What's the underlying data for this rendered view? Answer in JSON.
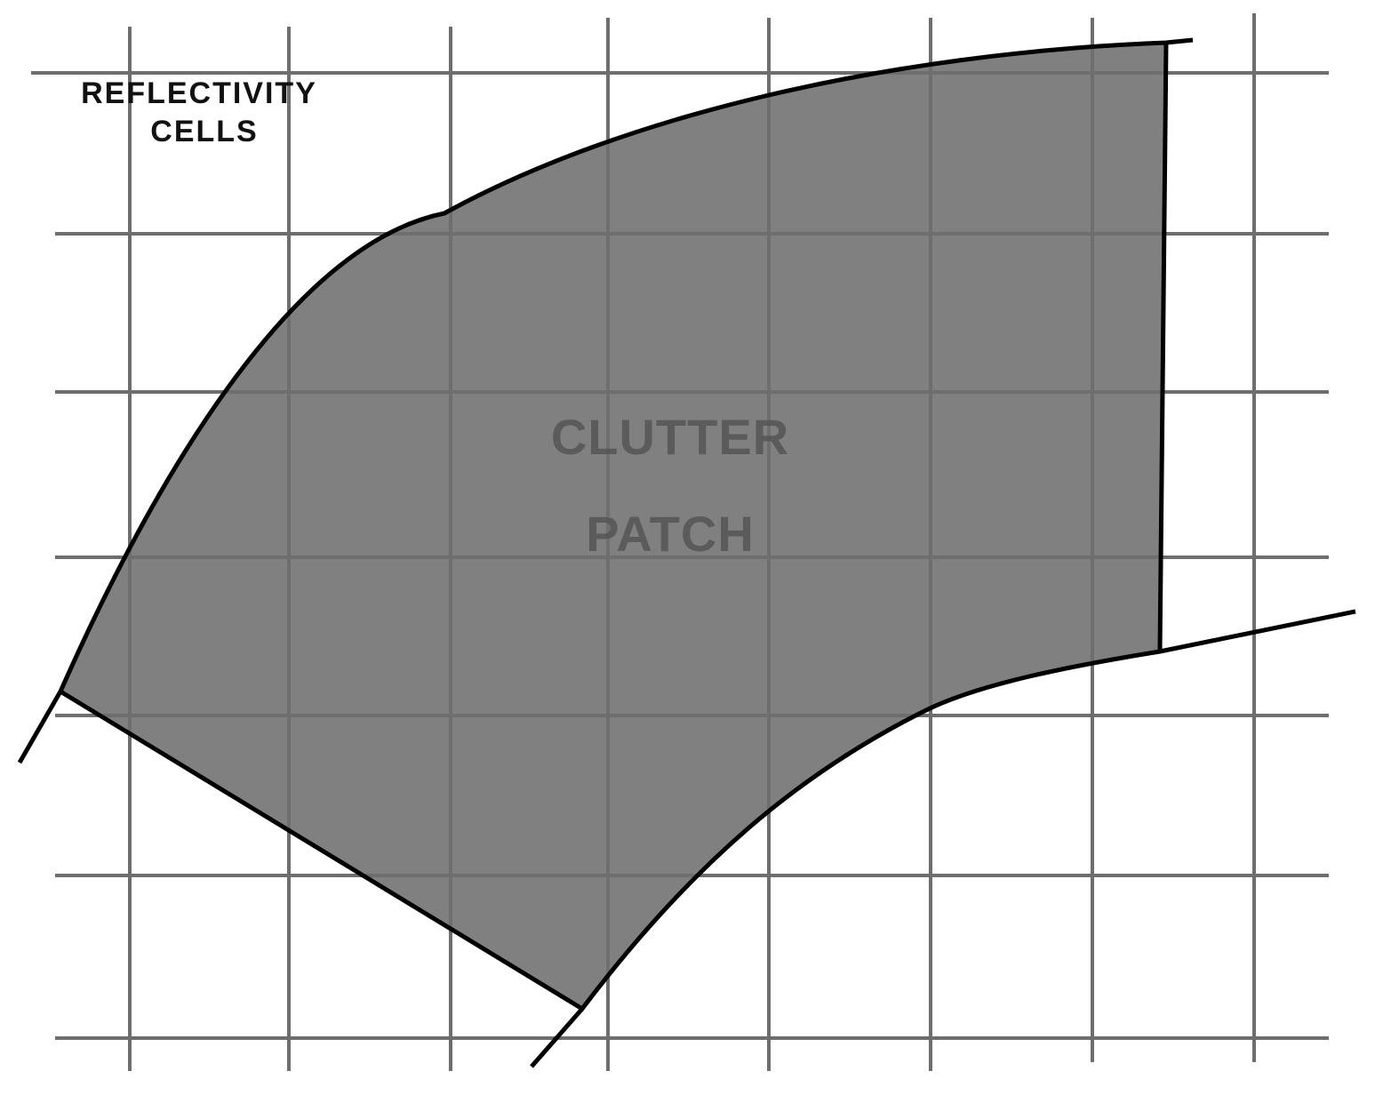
{
  "labels": {
    "reflectivity_line1": "REFLECTIVITY",
    "reflectivity_line2": "CELLS",
    "patch_line1": "CLUTTER",
    "patch_line2": "PATCH"
  },
  "colors": {
    "background": "#ffffff",
    "patch_fill": "#808080",
    "patch_text": "#555555",
    "boundary": "#000000",
    "grid": "#6e6e6e"
  }
}
